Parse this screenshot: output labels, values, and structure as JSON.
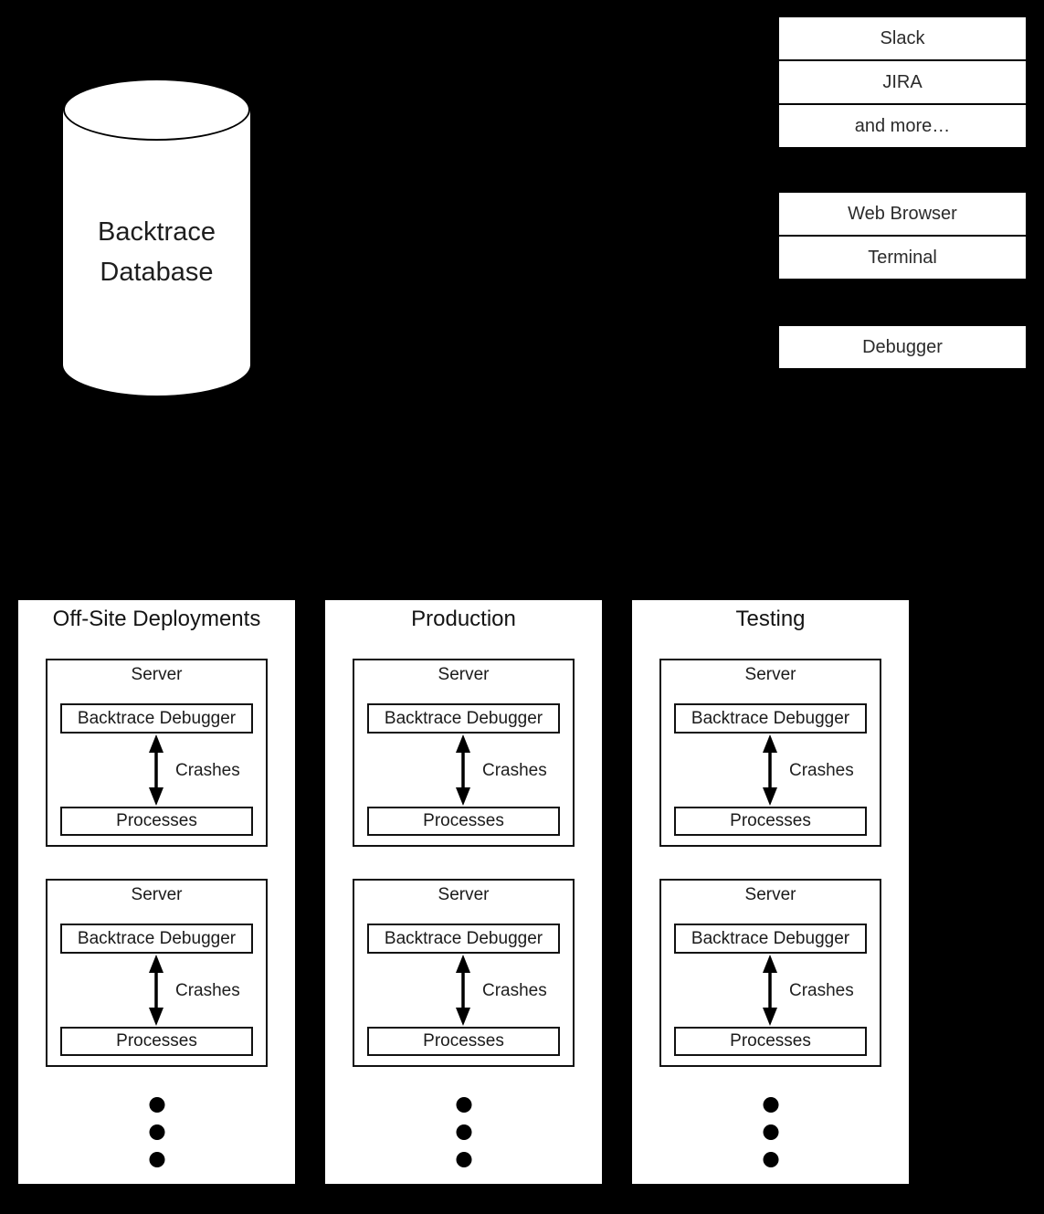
{
  "database": {
    "line1": "Backtrace",
    "line2": "Database"
  },
  "integration_stack": {
    "items": [
      "Slack",
      "JIRA",
      "and more…"
    ]
  },
  "client_stack": {
    "items": [
      "Web Browser",
      "Terminal"
    ]
  },
  "debugger_stack": {
    "items": [
      "Debugger"
    ]
  },
  "columns": [
    {
      "title": "Off-Site Deployments"
    },
    {
      "title": "Production"
    },
    {
      "title": "Testing"
    }
  ],
  "server_card": {
    "title": "Server",
    "debugger_label": "Backtrace Debugger",
    "arrow_label": "Crashes",
    "processes_label": "Processes"
  },
  "colors": {
    "background": "#000000",
    "panel": "#ffffff",
    "border": "#000000",
    "text": "#1e1e1e"
  }
}
